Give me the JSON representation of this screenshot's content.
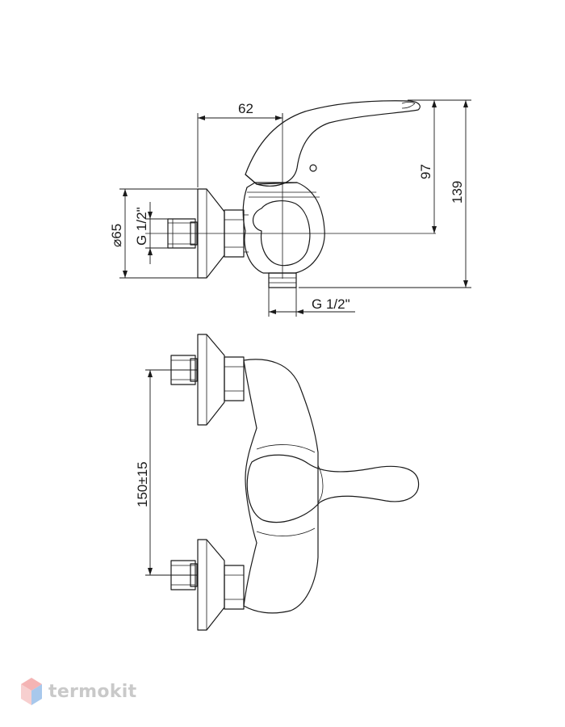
{
  "side_view": {
    "dim_width_top": "62",
    "dim_height_spout": "97",
    "dim_height_total": "139",
    "dim_flange_diameter": "⌀65",
    "dim_inlet_thread": "G 1/2\"",
    "dim_outlet_thread": "G 1/2\""
  },
  "top_view": {
    "dim_center_distance": "150±15"
  },
  "watermark": {
    "brand": "termokit",
    "logo_icon": "cube-logo-icon",
    "colors": {
      "logo_top": "#f4b4b4",
      "logo_right": "#a8c8ec",
      "logo_left": "#f7cfcf",
      "text": "#c9c9c9"
    }
  }
}
